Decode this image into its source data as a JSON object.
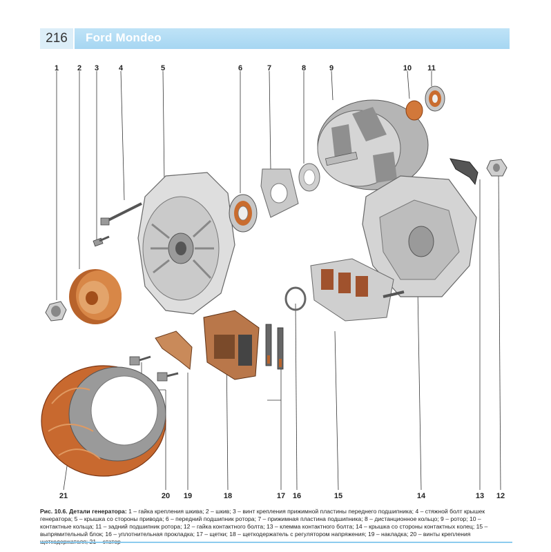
{
  "header": {
    "page_number": "216",
    "title": "Ford Mondeo"
  },
  "figure": {
    "callouts": {
      "n1": "1",
      "n2": "2",
      "n3": "3",
      "n4": "4",
      "n5": "5",
      "n6": "6",
      "n7": "7",
      "n8": "8",
      "n9": "9",
      "n10": "10",
      "n11": "11",
      "n12": "12",
      "n13": "13",
      "n14": "14",
      "n15": "15",
      "n16": "16",
      "n17": "17",
      "n18": "18",
      "n19": "19",
      "n20": "20",
      "n21": "21"
    },
    "colors": {
      "metal": "#d8d8d8",
      "metal_dark": "#8a8a8a",
      "copper": "#d2783a",
      "copper_dark": "#a24e1a",
      "line": "#333333"
    }
  },
  "caption": {
    "label": "Рис. 10.6. Детали генератора:",
    "text": " 1 – гайка крепления шкива; 2 – шкив; 3 – винт крепления прижимной пластины переднего подшипника; 4 – стяжной болт крышек генератора; 5 – крышка со стороны привода; 6 – передний подшипник ротора; 7 – прижимная пластина подшипника; 8 – дистанционное кольцо; 9 – ротор; 10 – контактные кольца; 11 – задний подшипник ротора; 12 – гайка контактного болта; 13 – клемма контактного болта; 14 – крышка со стороны контактных колец; 15 – выпрямительный блок; 16 – уплотнительная прокладка; 17 – щетки; 18 – щеткодержатель с регулятором напряжения; 19 – накладка; 20 – винты крепления щеткодержателя; 21 – статор"
  }
}
